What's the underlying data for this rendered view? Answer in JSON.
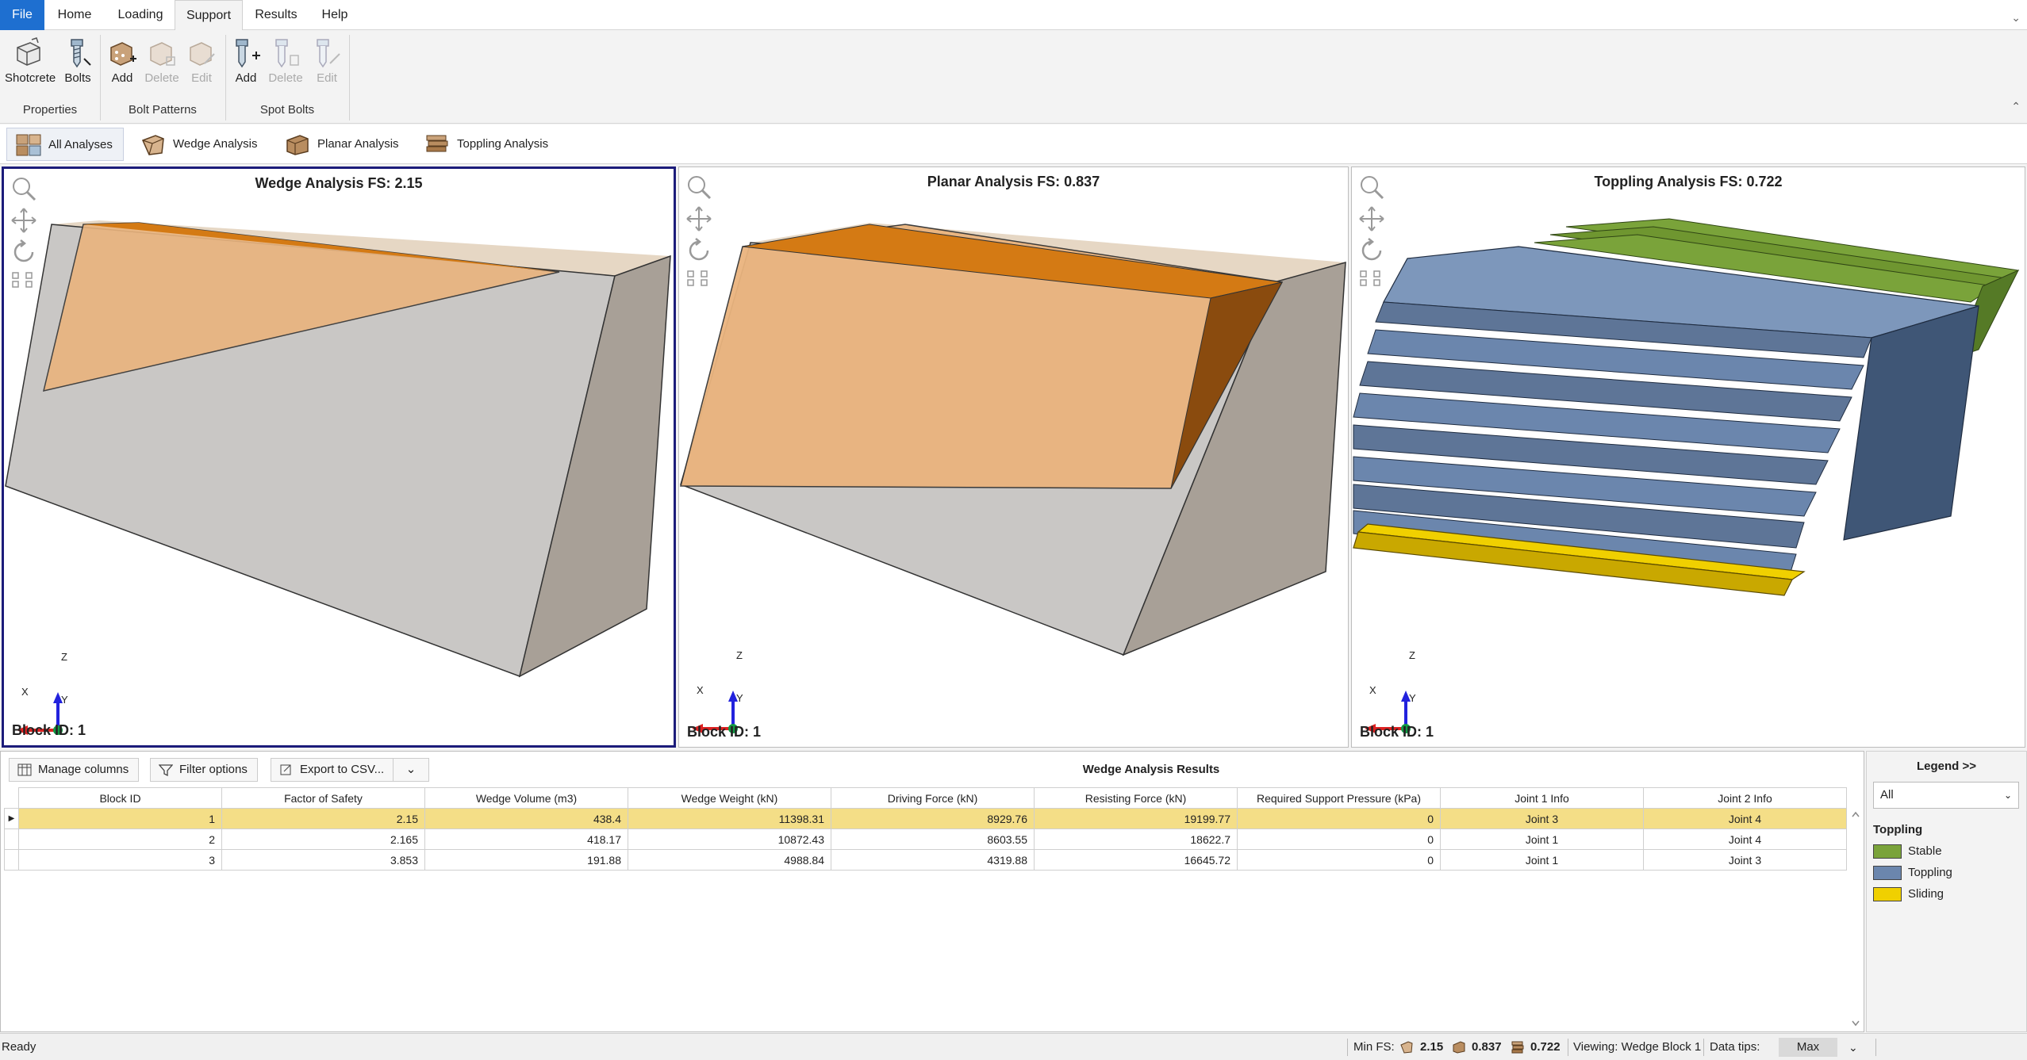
{
  "menu": {
    "items": [
      "File",
      "Home",
      "Loading",
      "Support",
      "Results",
      "Help"
    ],
    "active": "Support"
  },
  "ribbon": {
    "groups": [
      {
        "label": "Properties",
        "buttons": [
          {
            "label": "Shotcrete",
            "enabled": true
          },
          {
            "label": "Bolts",
            "enabled": true
          }
        ]
      },
      {
        "label": "Bolt Patterns",
        "buttons": [
          {
            "label": "Add",
            "enabled": true
          },
          {
            "label": "Delete",
            "enabled": false
          },
          {
            "label": "Edit",
            "enabled": false
          }
        ]
      },
      {
        "label": "Spot Bolts",
        "buttons": [
          {
            "label": "Add",
            "enabled": true
          },
          {
            "label": "Delete",
            "enabled": false
          },
          {
            "label": "Edit",
            "enabled": false
          }
        ]
      }
    ],
    "collapse_icon": "chevron-up-icon"
  },
  "view_tabs": [
    "All Analyses",
    "Wedge Analysis",
    "Planar Analysis",
    "Toppling Analysis"
  ],
  "viewports": [
    {
      "title": "Wedge Analysis FS: 2.15",
      "block": "Block ID: 1",
      "selected": true
    },
    {
      "title": "Planar Analysis FS: 0.837",
      "block": "Block ID: 1",
      "selected": false
    },
    {
      "title": "Toppling Analysis FS: 0.722",
      "block": "Block ID: 1",
      "selected": false
    }
  ],
  "axes_labels": {
    "x": "X",
    "y": "Y",
    "z": "Z"
  },
  "results": {
    "toolbar": {
      "manage_columns": "Manage columns",
      "filter_options": "Filter options",
      "export_csv": "Export to CSV..."
    },
    "title": "Wedge Analysis Results",
    "columns": [
      "Block ID",
      "Factor of Safety",
      "Wedge Volume (m3)",
      "Wedge Weight (kN)",
      "Driving Force (kN)",
      "Resisting Force (kN)",
      "Required Support Pressure (kPa)",
      "Joint 1 Info",
      "Joint 2 Info"
    ],
    "rows": [
      [
        "1",
        "2.15",
        "438.4",
        "11398.31",
        "8929.76",
        "19199.77",
        "0",
        "Joint 3",
        "Joint 4"
      ],
      [
        "2",
        "2.165",
        "418.17",
        "10872.43",
        "8603.55",
        "18622.7",
        "0",
        "Joint 1",
        "Joint 4"
      ],
      [
        "3",
        "3.853",
        "191.88",
        "4988.84",
        "4319.88",
        "16645.72",
        "0",
        "Joint 1",
        "Joint 3"
      ]
    ],
    "selected_row": 0
  },
  "legend": {
    "title": "Legend >>",
    "filter_value": "All",
    "group": "Toppling",
    "items": [
      {
        "label": "Stable",
        "color": "#7aa33a"
      },
      {
        "label": "Toppling",
        "color": "#6b86ad"
      },
      {
        "label": "Sliding",
        "color": "#f0d000"
      }
    ]
  },
  "status": {
    "ready": "Ready",
    "min_fs_label": "Min FS:",
    "fs_wedge": "2.15",
    "fs_planar": "0.837",
    "fs_toppling": "0.722",
    "viewing": "Viewing: Wedge Block 1",
    "data_tips_label": "Data tips:",
    "data_tips_value": "Max"
  },
  "colors": {
    "accent": "#1e6fd0",
    "orange": "#d47a14",
    "rock_face": "#c4c2c0",
    "selection": "#f4de87"
  }
}
